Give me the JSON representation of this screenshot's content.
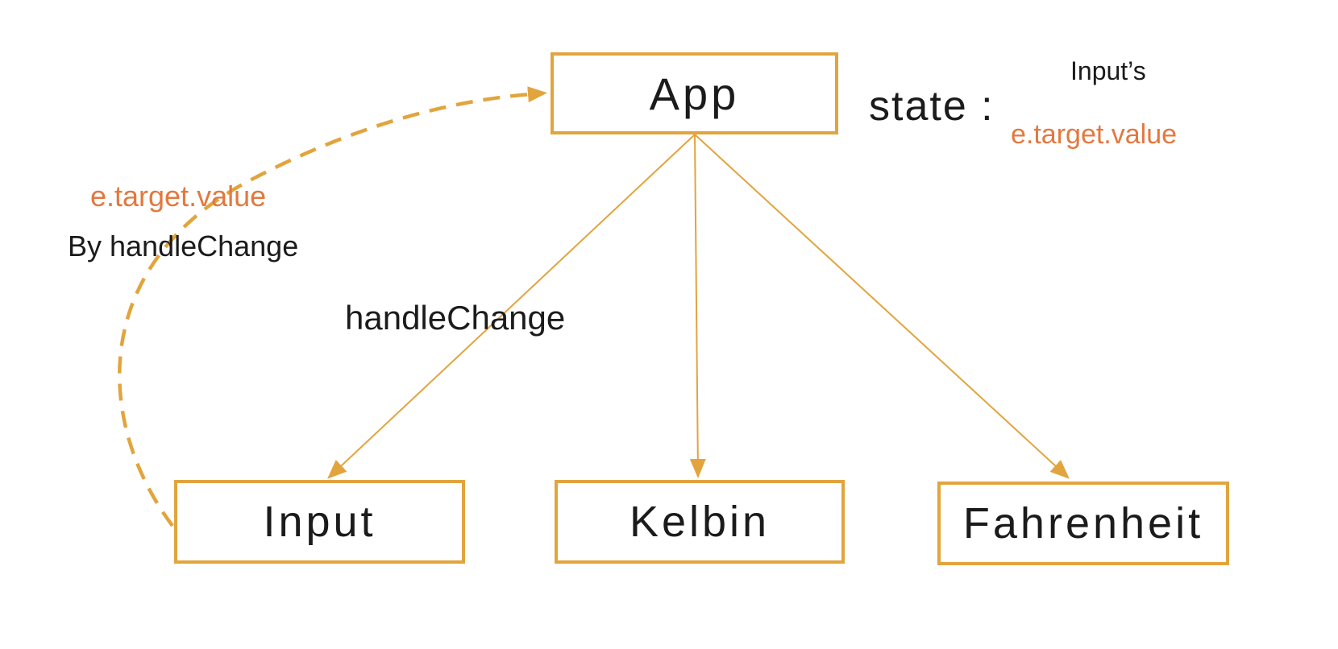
{
  "diagram": {
    "nodes": [
      {
        "id": "app",
        "label": "App"
      },
      {
        "id": "input",
        "label": "Input"
      },
      {
        "id": "kelbin",
        "label": "Kelbin"
      },
      {
        "id": "fahrenheit",
        "label": "Fahrenheit"
      }
    ],
    "annotations": {
      "state_label": "state :",
      "state_owner": "Input’s",
      "state_value": "e.target.value",
      "callback_value": "e.target.value",
      "callback_by": "By handleChange",
      "edge_label": "handleChange"
    },
    "edges": [
      {
        "from": "app",
        "to": "input",
        "style": "solid",
        "label": "handleChange"
      },
      {
        "from": "app",
        "to": "kelbin",
        "style": "solid",
        "label": ""
      },
      {
        "from": "app",
        "to": "fahrenheit",
        "style": "solid",
        "label": ""
      },
      {
        "from": "input",
        "to": "app",
        "style": "dashed",
        "label": "e.target.value By handleChange"
      }
    ],
    "colors": {
      "gold": "#E2A43D",
      "orange": "#E2793F",
      "text": "#1B1B1B",
      "background": "#FFFFFF"
    }
  }
}
